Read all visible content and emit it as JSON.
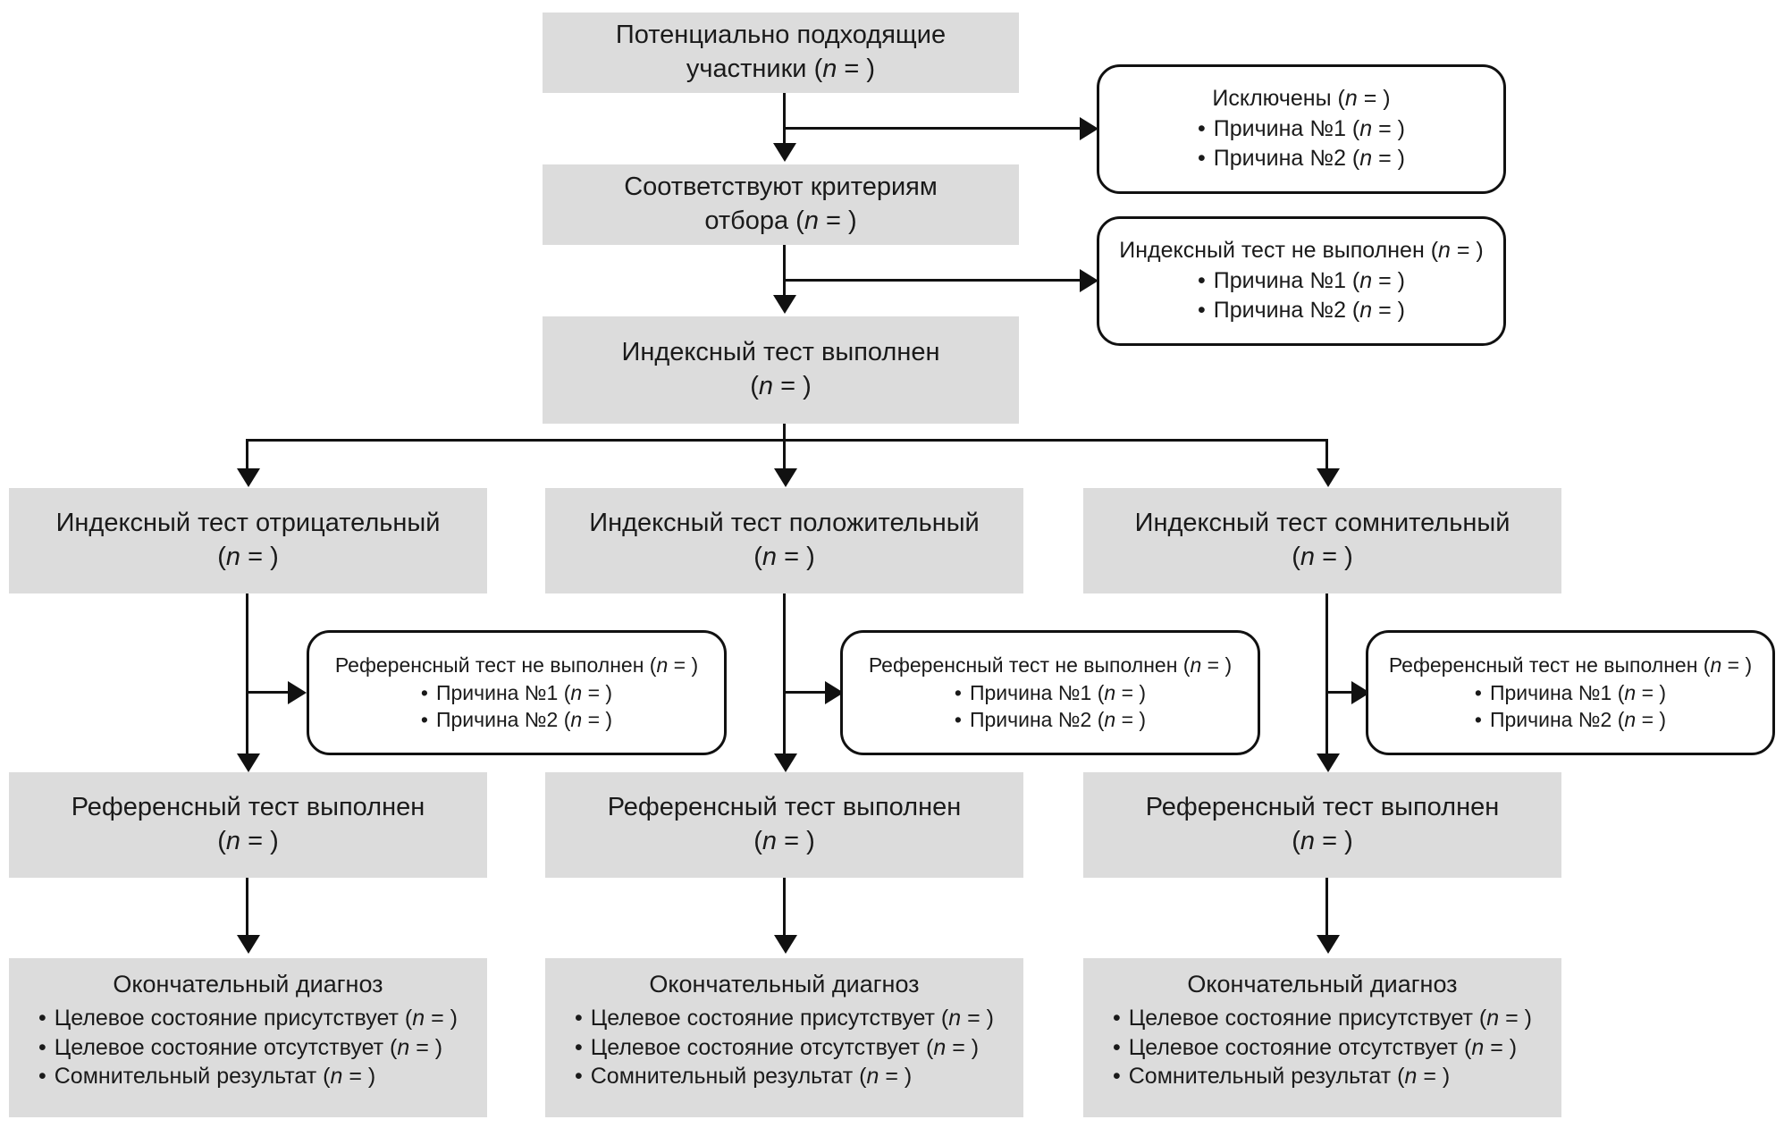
{
  "diagram": {
    "title": "STARD flow diagram (Russian)",
    "n_placeholder": "(n = )",
    "colors": {
      "box_fill": "#dcdcdc",
      "line": "#111111",
      "text": "#1a1a1a",
      "rounded_fill": "#ffffff"
    }
  },
  "nodes": {
    "eligible": {
      "line1": "Потенциально подходящие",
      "line2": "участники (n = )"
    },
    "excluded": {
      "header": "Исключены (n = )",
      "reasons": [
        "Причина №1 (n = )",
        "Причина №2 (n = )"
      ]
    },
    "criteria": {
      "line1": "Соответствуют критериям",
      "line2": "отбора (n = )"
    },
    "index_not_done": {
      "header": "Индексный тест не выполнен (n = )",
      "reasons": [
        "Причина №1 (n = )",
        "Причина №2 (n = )"
      ]
    },
    "index_done": {
      "line1": "Индексный тест выполнен",
      "line2": "(n = )"
    },
    "index_results": [
      {
        "line1": "Индексный тест отрицательный",
        "line2": "(n = )"
      },
      {
        "line1": "Индексный тест положительный",
        "line2": "(n = )"
      },
      {
        "line1": "Индексный тест сомнительный",
        "line2": "(n = )"
      }
    ],
    "reference_not_done": [
      {
        "header": "Референсный тест не выполнен (n = )",
        "reasons": [
          "Причина №1 (n = )",
          "Причина №2 (n = )"
        ]
      },
      {
        "header": "Референсный тест не выполнен (n = )",
        "reasons": [
          "Причина №1 (n = )",
          "Причина №2 (n = )"
        ]
      },
      {
        "header": "Референсный тест не выполнен (n = )",
        "reasons": [
          "Причина №1 (n = )",
          "Причина №2 (n = )"
        ]
      }
    ],
    "reference_done": [
      {
        "line1": "Референсный тест выполнен",
        "line2": "(n = )"
      },
      {
        "line1": "Референсный тест выполнен",
        "line2": "(n = )"
      },
      {
        "line1": "Референсный тест выполнен",
        "line2": "(n = )"
      }
    ],
    "final_diagnosis": [
      {
        "header": "Окончательный диагноз",
        "items": [
          "Целевое состояние присутствует (n = )",
          "Целевое состояние отсутствует (n = )",
          "Сомнительный результат (n = )"
        ]
      },
      {
        "header": "Окончательный диагноз",
        "items": [
          "Целевое состояние присутствует (n = )",
          "Целевое состояние отсутствует (n = )",
          "Сомнительный результат (n = )"
        ]
      },
      {
        "header": "Окончательный диагноз",
        "items": [
          "Целевое состояние присутствует (n = )",
          "Целевое состояние отсутствует (n = )",
          "Сомнительный результат (n = )"
        ]
      }
    ]
  }
}
